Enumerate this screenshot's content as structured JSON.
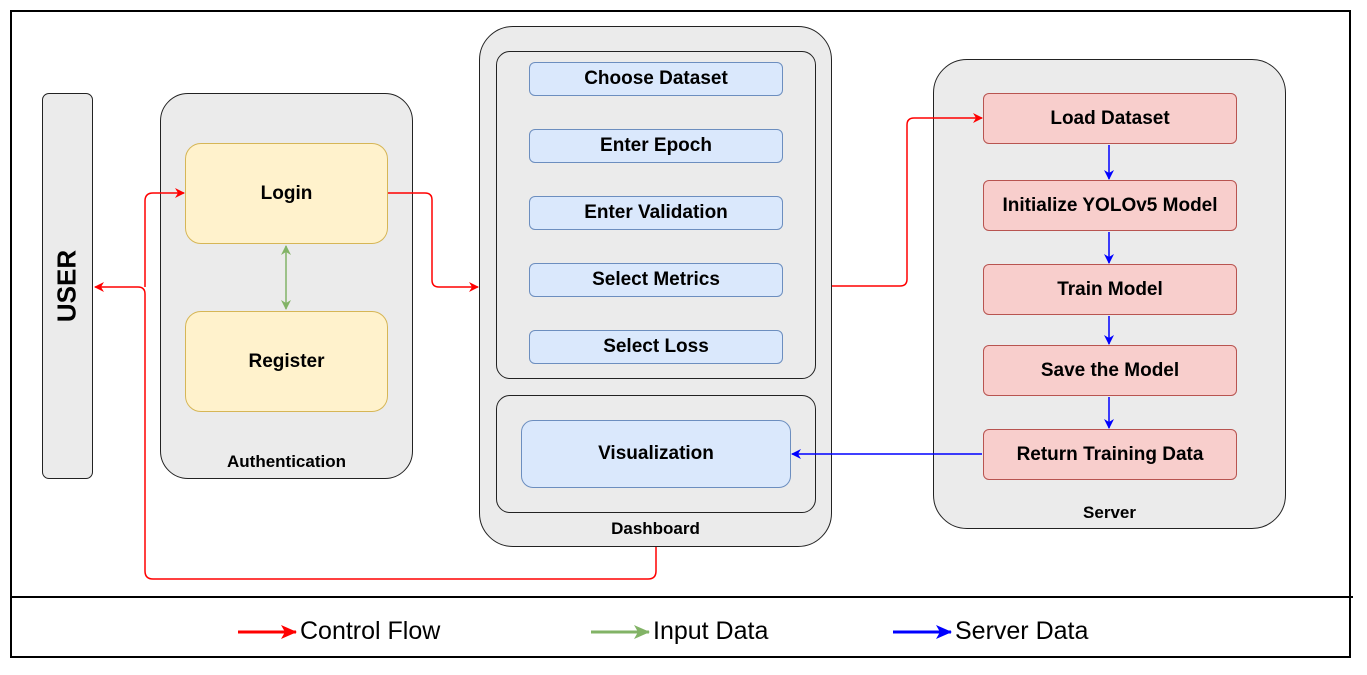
{
  "user_label": "USER",
  "authentication": {
    "title": "Authentication",
    "login": "Login",
    "register": "Register"
  },
  "dashboard": {
    "title": "Dashboard",
    "items": [
      "Choose Dataset",
      "Enter Epoch",
      "Enter Validation",
      "Select Metrics",
      "Select Loss"
    ],
    "visualization": "Visualization"
  },
  "server": {
    "title": "Server",
    "steps": [
      "Load Dataset",
      "Initialize YOLOv5 Model",
      "Train Model",
      "Save the Model",
      "Return Training Data"
    ]
  },
  "legend": {
    "control_flow": "Control Flow",
    "input_data": "Input Data",
    "server_data": "Server Data"
  },
  "colors": {
    "control_flow": "#ff0000",
    "input_data": "#82b366",
    "server_data": "#0000ff"
  }
}
